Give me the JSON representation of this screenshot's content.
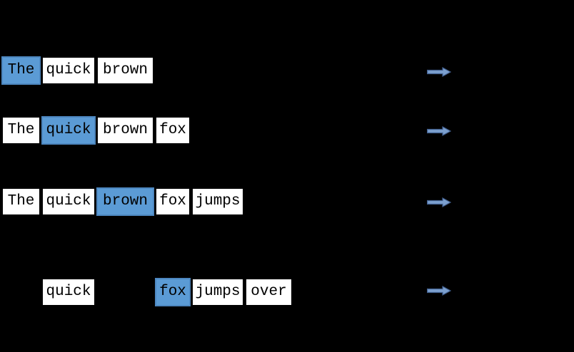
{
  "colors": {
    "background": "#000000",
    "box_fill": "#ffffff",
    "box_border": "#000000",
    "word_text": "#000000",
    "highlight_fill": "#5b9bd5",
    "highlight_border": "#4d87c0",
    "arrow_fill": "#7ca0cf",
    "arrow_stroke": "#415f8e"
  },
  "arrow_icon": "right-arrow",
  "rows": [
    {
      "words": [
        {
          "text": "The",
          "highlighted": true
        },
        {
          "text": "quick",
          "highlighted": false
        },
        {
          "text": "brown",
          "highlighted": false
        }
      ]
    },
    {
      "words": [
        {
          "text": "The",
          "highlighted": false
        },
        {
          "text": "quick",
          "highlighted": true
        },
        {
          "text": "brown",
          "highlighted": false
        },
        {
          "text": "fox",
          "highlighted": false
        }
      ]
    },
    {
      "words": [
        {
          "text": "The",
          "highlighted": false
        },
        {
          "text": "quick",
          "highlighted": false
        },
        {
          "text": "brown",
          "highlighted": true
        },
        {
          "text": "fox",
          "highlighted": false
        },
        {
          "text": "jumps",
          "highlighted": false
        }
      ]
    },
    {
      "words": [
        {
          "text": "quick",
          "highlighted": false
        },
        {
          "text": "fox",
          "highlighted": true
        },
        {
          "text": "jumps",
          "highlighted": false
        },
        {
          "text": "over",
          "highlighted": false
        }
      ]
    }
  ]
}
